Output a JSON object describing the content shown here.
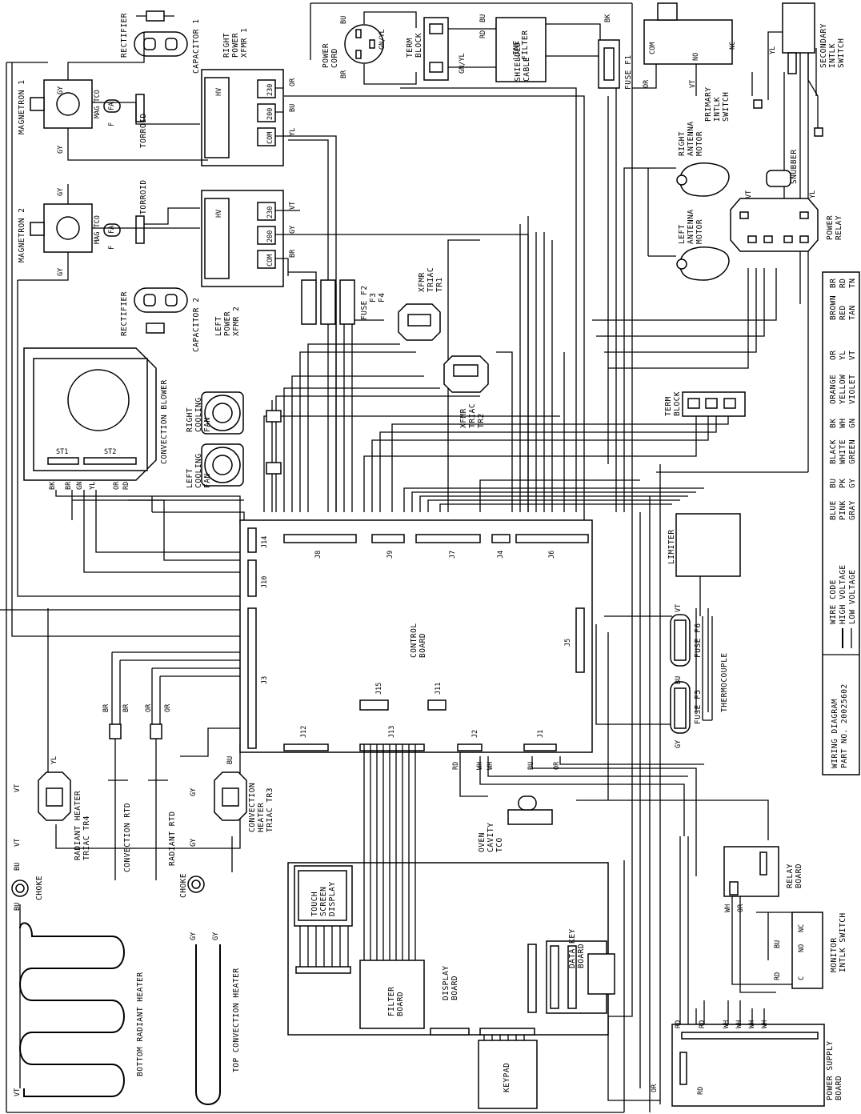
{
  "diagram": {
    "title_line1": "WIRING DIAGRAM",
    "title_line2": "PART NO. 20025602",
    "components": {
      "rectifier_top": "RECTIFIER",
      "capacitor1": "CAPACITOR 1",
      "right_xfmr": [
        "RIGHT",
        "POWER",
        "XFMR 1"
      ],
      "magnetron1": "MAGNETRON 1",
      "magnetron2": "MAGNETRON 2",
      "mag_tco": "MAG TCO",
      "torroid": "TORROID",
      "left_xfmr": [
        "LEFT",
        "POWER",
        "XFMR 2"
      ],
      "capacitor2": "CAPACITOR 2",
      "rectifier_bottom": "RECTIFIER",
      "power_cord": [
        "POWER",
        "CORD"
      ],
      "term_block_top": [
        "TERM",
        "BLOCK"
      ],
      "line_filter": [
        "LINE",
        "FILTER"
      ],
      "shielded_cable": [
        "SHIELDED",
        "CABLE"
      ],
      "fuse_f1": "FUSE F1",
      "primary_intlk": [
        "PRIMARY",
        "INTLK",
        "SWITCH"
      ],
      "secondary_intlk": [
        "SECONDARY",
        "INTLK",
        "SWITCH"
      ],
      "right_antenna": [
        "RIGHT",
        "ANTENNA",
        "MOTOR"
      ],
      "left_antenna": [
        "LEFT",
        "ANTENNA",
        "MOTOR"
      ],
      "snubber": "SNUBBER",
      "power_relay": [
        "POWER",
        "RELAY"
      ],
      "fuse_f234": [
        "FUSE F2",
        "F3",
        "F4"
      ],
      "xfmr_triac1": [
        "XFMR",
        "TRIAC",
        "TR1"
      ],
      "xfmr_triac2": [
        "XFMR",
        "TRIAC",
        "TR2"
      ],
      "convection_blower": "CONVECTION BLOWER",
      "right_cooling_fan": [
        "RIGHT",
        "COOLING",
        "FAN"
      ],
      "left_cooling_fan": [
        "LEFT",
        "COOLING",
        "FAN"
      ],
      "term_block_mid": [
        "TERM",
        "BLOCK"
      ],
      "limiter": "LIMITER",
      "control_board": [
        "CONTROL",
        "BOARD"
      ],
      "thermocouple": "THERMOCOUPLE",
      "fuse_f6": "FUSE F6",
      "fuse_f5": "FUSE F5",
      "radiant_triac": [
        "RADIANT HEATER",
        "TRIAC TR4"
      ],
      "convection_rtd": "CONVECTION RTD",
      "radiant_rtd": "RADIANT RTD",
      "convection_triac": [
        "CONVECTION",
        "HEATER",
        "TRIAC TR3"
      ],
      "oven_cavity_tco": [
        "OVEN",
        "CAVITY",
        "TCO"
      ],
      "relay_board": [
        "RELAY",
        "BOARD"
      ],
      "choke": "CHOKE",
      "bottom_radiant_heater": "BOTTOM RADIANT HEATER",
      "top_convection_heater": "TOP CONVECTION HEATER",
      "touch_screen": [
        "TOUCH",
        "SCREEN",
        "DISPLAY"
      ],
      "filter_board": [
        "FILTER",
        "BOARD"
      ],
      "display_board": [
        "DISPLAY",
        "BOARD"
      ],
      "data_key_board": [
        "DATA KEY",
        "BOARD"
      ],
      "keypad": "KEYPAD",
      "monitor_intlk": [
        "MONITOR",
        "INTLK SWITCH"
      ],
      "power_supply_board": [
        "POWER SUPPLY",
        "BOARD"
      ]
    },
    "connectors": [
      "J14",
      "J10",
      "J3",
      "J8",
      "J9",
      "J7",
      "J4",
      "J6",
      "J5",
      "J15",
      "J11",
      "J12",
      "J13",
      "J2",
      "J1"
    ],
    "legend": {
      "wire_code": "WIRE CODE",
      "high_voltage": "HIGH VOLTAGE",
      "low_voltage": "LOW VOLTAGE",
      "colors": [
        [
          "BLUE",
          "BU"
        ],
        [
          "PINK",
          "PK"
        ],
        [
          "GRAY",
          "GY"
        ],
        [
          "BLACK",
          "BK"
        ],
        [
          "WHITE",
          "WH"
        ],
        [
          "GREEN",
          "GN"
        ],
        [
          "ORANGE",
          "OR"
        ],
        [
          "YELLOW",
          "YL"
        ],
        [
          "VIOLET",
          "VT"
        ],
        [
          "BROWN",
          "BR"
        ],
        [
          "RED",
          "RD"
        ],
        [
          "TAN",
          "TN"
        ]
      ]
    },
    "wire_labels": {
      "gy": "GY",
      "or": "OR",
      "bu": "BU",
      "yl": "YL",
      "vt": "VT",
      "br": "BR",
      "rd": "RD",
      "bk": "BK",
      "wh": "WH",
      "gn": "GN",
      "gnyl": "GN/YL",
      "hv": "HV",
      "com": "COM",
      "v230": "230",
      "v200": "200",
      "st1": "ST1",
      "st2": "ST2",
      "nc": "NC",
      "no": "NO",
      "c": "C",
      "fa": "FA",
      "f": "F"
    }
  }
}
